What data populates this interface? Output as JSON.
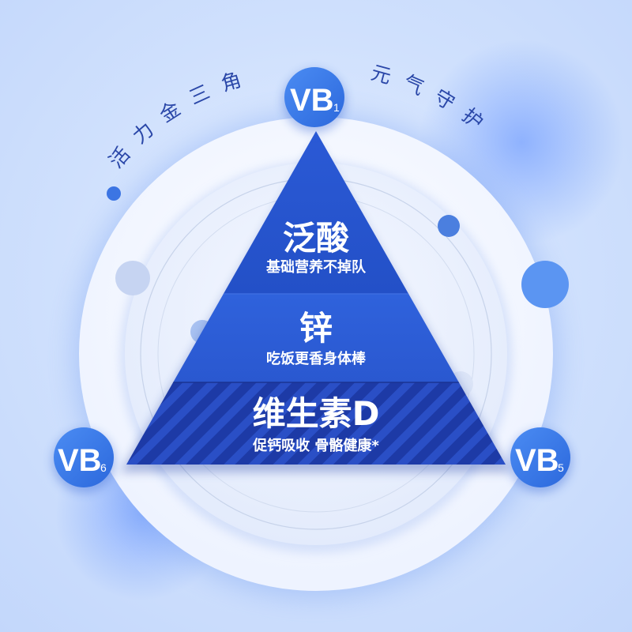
{
  "arc_left": "活力金三角",
  "arc_right": "元气守护",
  "tiers": [
    {
      "title": "泛酸",
      "subtitle": "基础营养不掉队"
    },
    {
      "title": "锌",
      "subtitle": "吃饭更香身体棒"
    },
    {
      "title": "维生素D",
      "subtitle": "促钙吸收 骨骼健康*"
    }
  ],
  "badges": {
    "top": {
      "main": "VB",
      "sub": "1"
    },
    "left": {
      "main": "VB",
      "sub": "6"
    },
    "right": {
      "main": "VB",
      "sub": "5"
    }
  },
  "colors": {
    "accent": "#2f6fe0",
    "pyramid_top": "#2450c8",
    "pyramid_middle": "#2a5ad4",
    "pyramid_bottom": "#1c3aa8",
    "ring": "#ffffff",
    "background": "#cfe0fd"
  }
}
